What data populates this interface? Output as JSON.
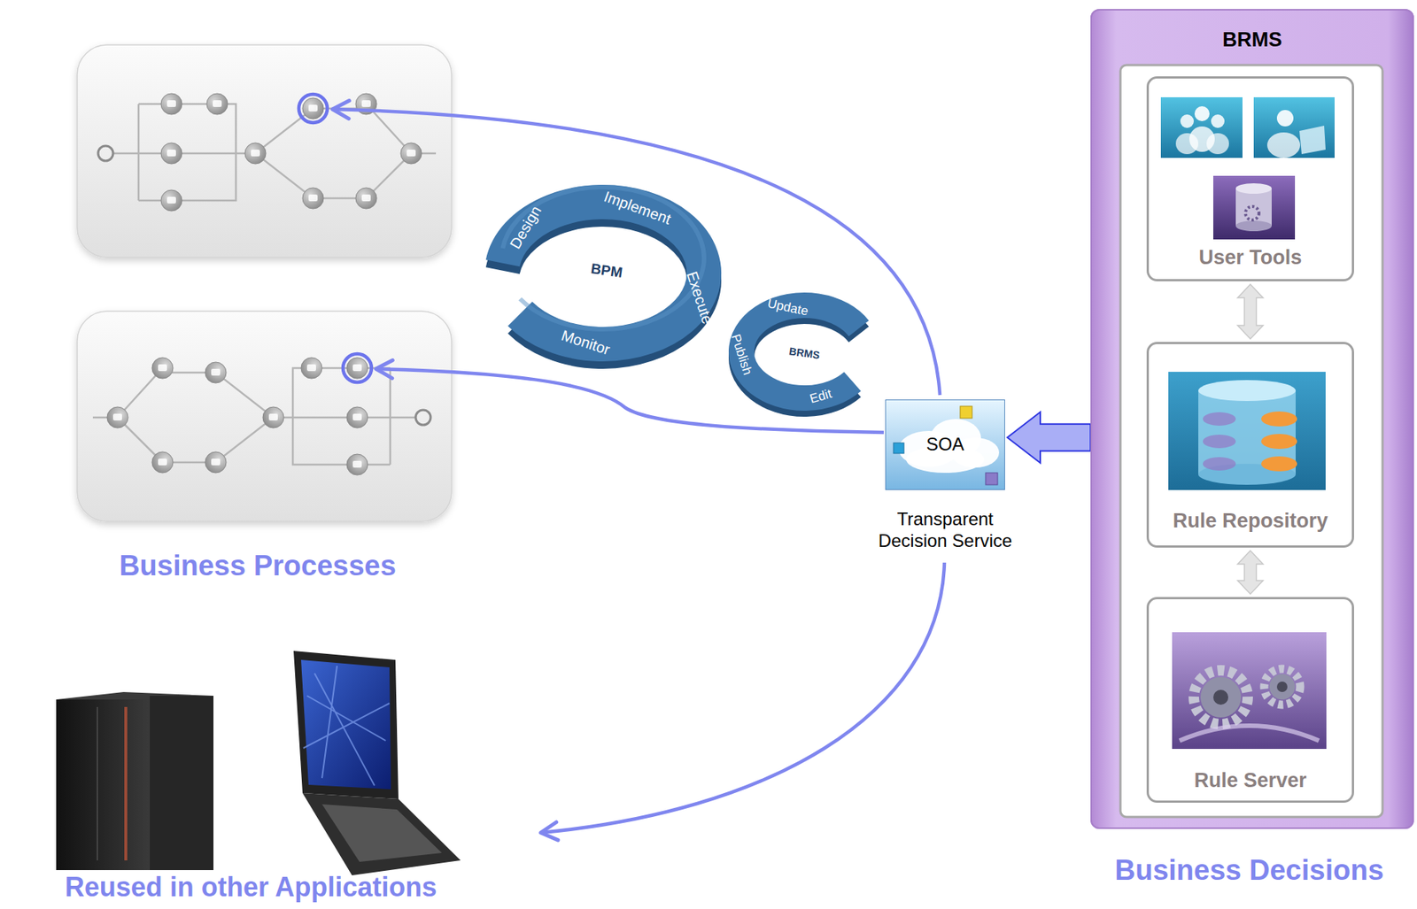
{
  "diagram": {
    "nodes": [
      {
        "text": [
          "BRMS"
        ]
      },
      {
        "text": [
          "User Tools"
        ],
        "in": 0
      },
      {
        "text": [
          "Rule Repository"
        ],
        "in": 0
      },
      {
        "text": [
          "Rule Server"
        ],
        "in": 0
      },
      {
        "text": [
          "SOA",
          "Transparent Decision Service"
        ]
      }
    ],
    "edges": [
      {
        "from": 0,
        "to": 4,
        "arrow": "to"
      },
      {
        "from": 1,
        "to": 2,
        "arrow": "both"
      },
      {
        "from": 2,
        "to": 3,
        "arrow": "both"
      }
    ],
    "labels": [
      "Design",
      "Implement",
      "Execute",
      "Monitor",
      "BPM",
      "Update",
      "Publish",
      "Edit",
      "BRMS",
      "Business Processes",
      "Reused in other Applications",
      "Business Decisions"
    ]
  }
}
